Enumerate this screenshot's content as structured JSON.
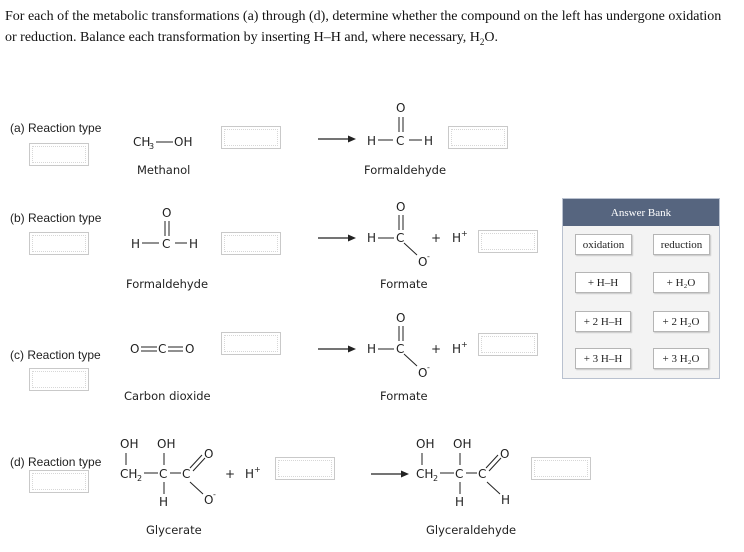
{
  "intro": {
    "line1": "For each of the metabolic transformations (a) through (d), determine whether the compound on the left has undergone oxidation",
    "line2_a": "or reduction. Balance each transformation by inserting H–H and, where necessary, H",
    "line2_sub": "2",
    "line2_b": "O."
  },
  "rows": {
    "a": {
      "label": "(a) Reaction type",
      "reactant": "Methanol",
      "product": "Formaldehyde"
    },
    "b": {
      "label": "(b) Reaction type",
      "reactant": "Formaldehyde",
      "product": "Formate"
    },
    "c": {
      "label": "(c) Reaction type",
      "reactant": "Carbon dioxide",
      "product": "Formate"
    },
    "d": {
      "label": "(d) Reaction type",
      "reactant": "Glycerate",
      "product": "Glyceraldehyde"
    }
  },
  "bank": {
    "title": "Answer Bank",
    "oxidation": "oxidation",
    "reduction": "reduction",
    "h2": "+ H–H",
    "h2o": "+ H₂O",
    "h2_2": "+ 2 H–H",
    "h2o_2": "+ 2 H₂O",
    "h2_3": "+ 3 H–H",
    "h2o_3": "+ 3 H₂O"
  }
}
